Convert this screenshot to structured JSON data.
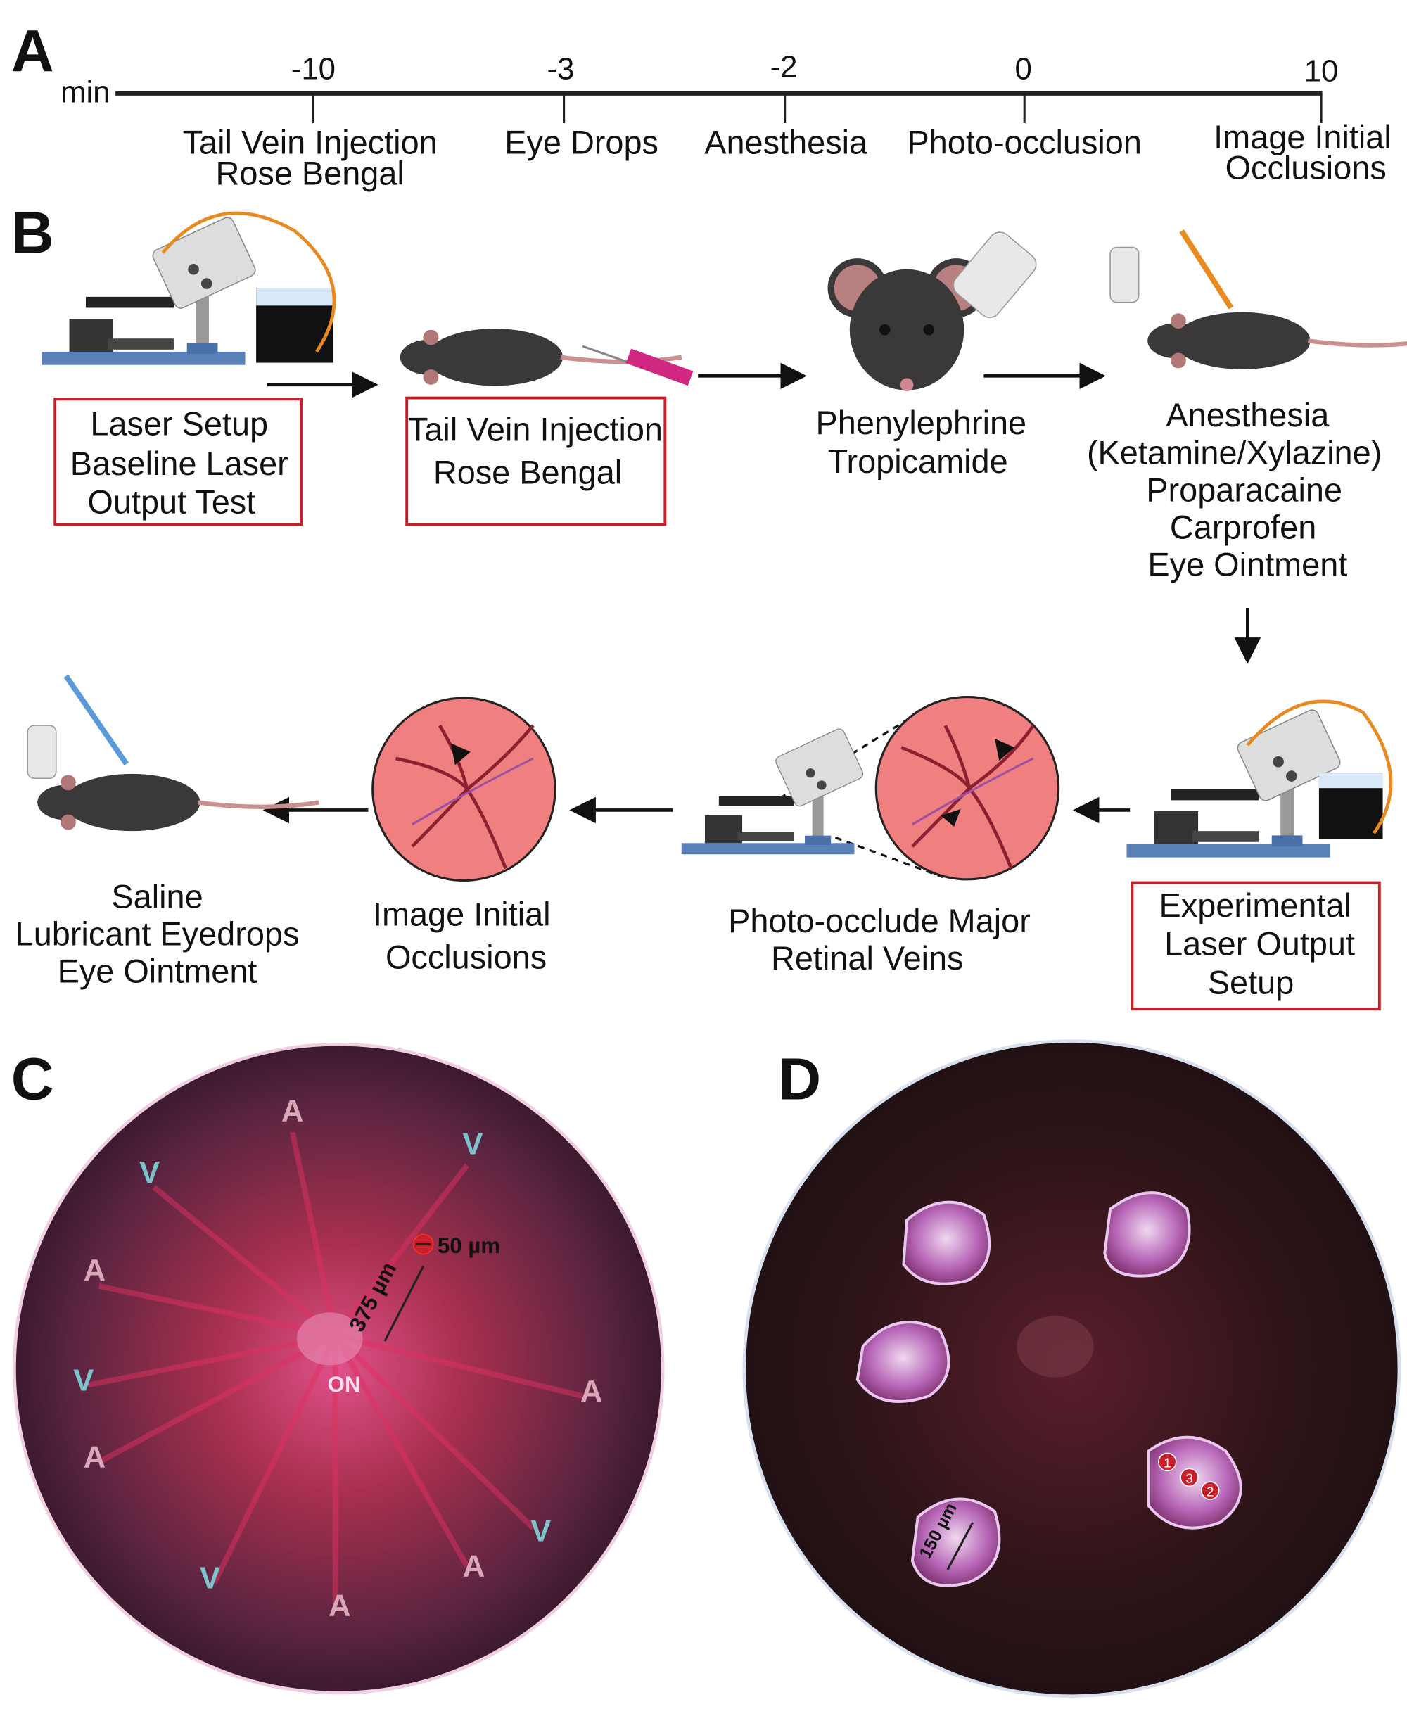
{
  "panels": {
    "a": "A",
    "b": "B",
    "c": "C",
    "d": "D"
  },
  "timeline": {
    "unit": "min",
    "ticks": [
      {
        "value": "-10",
        "label1": "Tail Vein Injection",
        "label2": "Rose Bengal"
      },
      {
        "value": "-3",
        "label1": "Eye Drops",
        "label2": ""
      },
      {
        "value": "-2",
        "label1": "Anesthesia",
        "label2": ""
      },
      {
        "value": "0",
        "label1": "Photo-occlusion",
        "label2": ""
      },
      {
        "value": "10",
        "label1": "Image Initial",
        "label2": "Occlusions"
      }
    ]
  },
  "workflow": {
    "step1": [
      "Laser Setup",
      "Baseline Laser",
      "Output Test"
    ],
    "step2": [
      "Tail Vein Injection",
      "Rose Bengal"
    ],
    "step3": [
      "Phenylephrine",
      "Tropicamide"
    ],
    "step4": [
      "Anesthesia",
      "(Ketamine/Xylazine)",
      "Proparacaine",
      "Carprofen",
      "Eye Ointment"
    ],
    "step5": [
      "Experimental",
      "Laser Output",
      "Setup"
    ],
    "step6": [
      "Photo-occlude Major",
      "Retinal Veins"
    ],
    "step7": [
      "Image Initial",
      "Occlusions"
    ],
    "step8": [
      "Saline",
      "Lubricant Eyedrops",
      "Eye Ointment"
    ],
    "box_color": "#c8202a"
  },
  "fundus_c": {
    "labels": [
      "A",
      "V",
      "V",
      "A",
      "V",
      "A",
      "A",
      "V",
      "A",
      "V",
      "A"
    ],
    "optic_nerve": "ON",
    "spot_size": "50 µm",
    "distance": "375 µm",
    "artery_color": "#d8a8b8",
    "vein_color": "#7cc4cc"
  },
  "fundus_d": {
    "scale": "150 µm",
    "sequence": [
      "1",
      "3",
      "2"
    ]
  }
}
